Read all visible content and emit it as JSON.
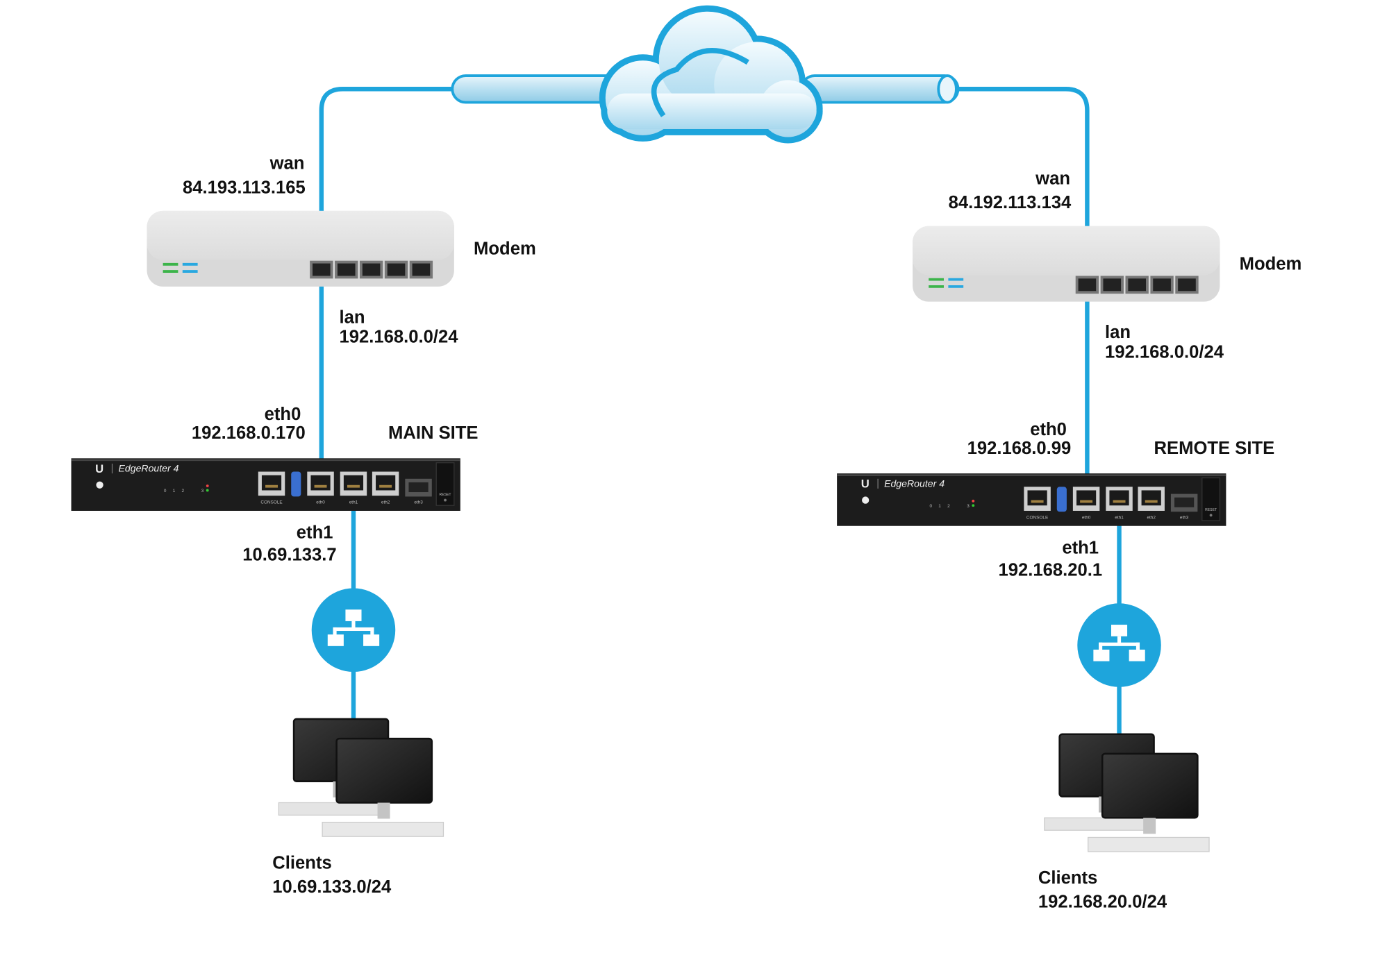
{
  "colors": {
    "link": "#1ea5dc",
    "router_body": "#1c1c1c",
    "modem_body": "#e4e4e4",
    "led_green": "#3cb44a",
    "led_blue": "#29a8e0"
  },
  "icons": {
    "cloud": "cloud-icon",
    "switch": "network-switch-icon",
    "modem": "modem-icon",
    "router": "router-icon",
    "clients": "desktop-computers-icon"
  },
  "router_panel": {
    "logo": "U",
    "model": "EdgeRouter 4",
    "leds": [
      "0",
      "1",
      "2",
      "3"
    ],
    "ports": [
      "CONSOLE",
      "eth0",
      "eth1",
      "eth2",
      "eth3"
    ],
    "reset": "RESET"
  },
  "sites": [
    {
      "site_label": "MAIN SITE",
      "modem_label": "Modem",
      "wan_label": "wan",
      "wan_ip": "84.193.113.165",
      "lan_label": "lan",
      "lan_net": "192.168.0.0/24",
      "eth0_label": "eth0",
      "eth0_ip": "192.168.0.170",
      "eth1_label": "eth1",
      "eth1_ip": "10.69.133.7",
      "clients_label": "Clients",
      "clients_net": "10.69.133.0/24"
    },
    {
      "site_label": "REMOTE SITE",
      "modem_label": "Modem",
      "wan_label": "wan",
      "wan_ip": "84.192.113.134",
      "lan_label": "lan",
      "lan_net": "192.168.0.0/24",
      "eth0_label": "eth0",
      "eth0_ip": "192.168.0.99",
      "eth1_label": "eth1",
      "eth1_ip": "192.168.20.1",
      "clients_label": "Clients",
      "clients_net": "192.168.20.0/24"
    }
  ]
}
